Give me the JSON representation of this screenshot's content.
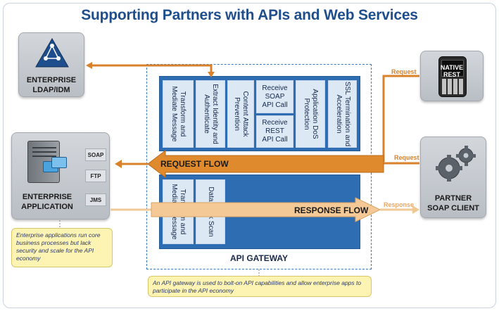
{
  "title": "Supporting Partners with APIs and Web Services",
  "enterprise_ldap": {
    "label": "ENTERPRISE\nLDAP/IDM"
  },
  "native_rest": {
    "label": "NATIVE\nREST"
  },
  "enterprise_app": {
    "label": "ENTERPRISE\nAPPLICATION",
    "protocols": [
      "SOAP",
      "FTP",
      "JMS"
    ],
    "note": "Enterprise applications run core business processes but lack security and scale for the API economy"
  },
  "partner_soap": {
    "label": "PARTNER\nSOAP CLIENT"
  },
  "gateway": {
    "label": "API GATEWAY",
    "note": "An API gateway is used to bolt-on API capabilities and allow enterprise apps to participate in the API economy",
    "request_flow": "REQUEST FLOW",
    "response_flow": "RESPONSE FLOW",
    "request_modules": [
      "Transform and\nMediate Message",
      "Extract Identity and\nAuthenticate",
      "Content Attack\nPrevention",
      "Application DoS\nProtection",
      "SSL Termination and\nAcceleration"
    ],
    "receive_soap": "Receive\nSOAP\nAPI Call",
    "receive_rest": "Receive\nREST\nAPI Call",
    "response_modules": [
      "Transform and\nMediate Message",
      "Data Leak Scan"
    ]
  },
  "arrow_labels": {
    "request_rest": "Request",
    "request_soap": "Request",
    "response": "Response"
  },
  "colors": {
    "title": "#1f4e8c",
    "gateway_blue": "#2f6db3",
    "module_fill": "#dde8f5",
    "flow_orange": "#d9822b",
    "note_yellow": "#fdf3b2"
  }
}
